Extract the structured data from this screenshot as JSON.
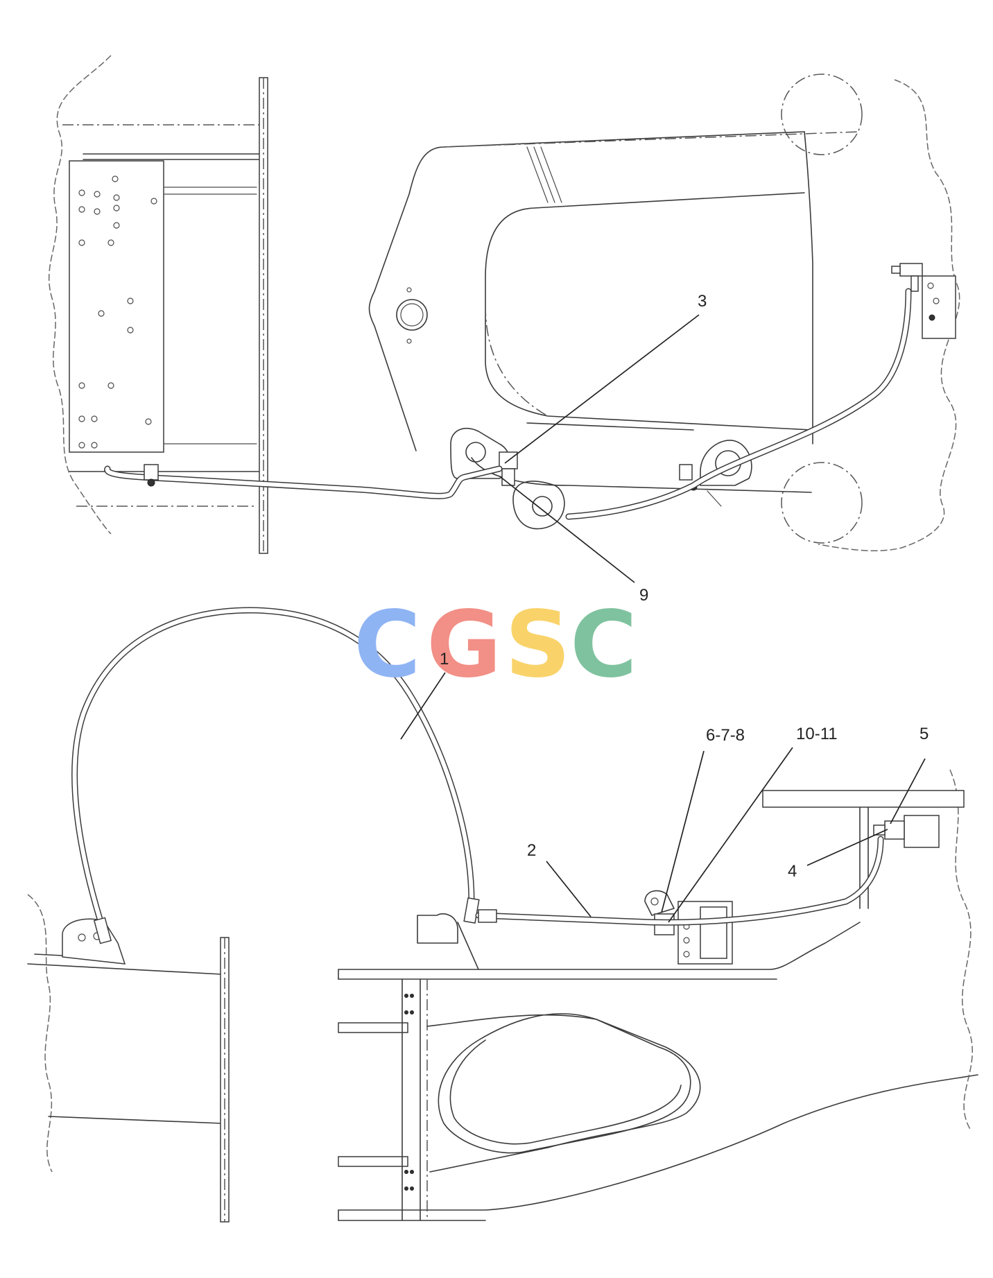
{
  "callouts": {
    "c1": "1",
    "c2": "2",
    "c3": "3",
    "c4": "4",
    "c5": "5",
    "c678": "6-7-8",
    "c9": "9",
    "c1011": "10-11"
  },
  "watermark": {
    "letters": [
      "C",
      "G",
      "S",
      "C"
    ],
    "colors": [
      "#8fb4f4",
      "#f28f86",
      "#f9d36a",
      "#7fc29f"
    ]
  }
}
